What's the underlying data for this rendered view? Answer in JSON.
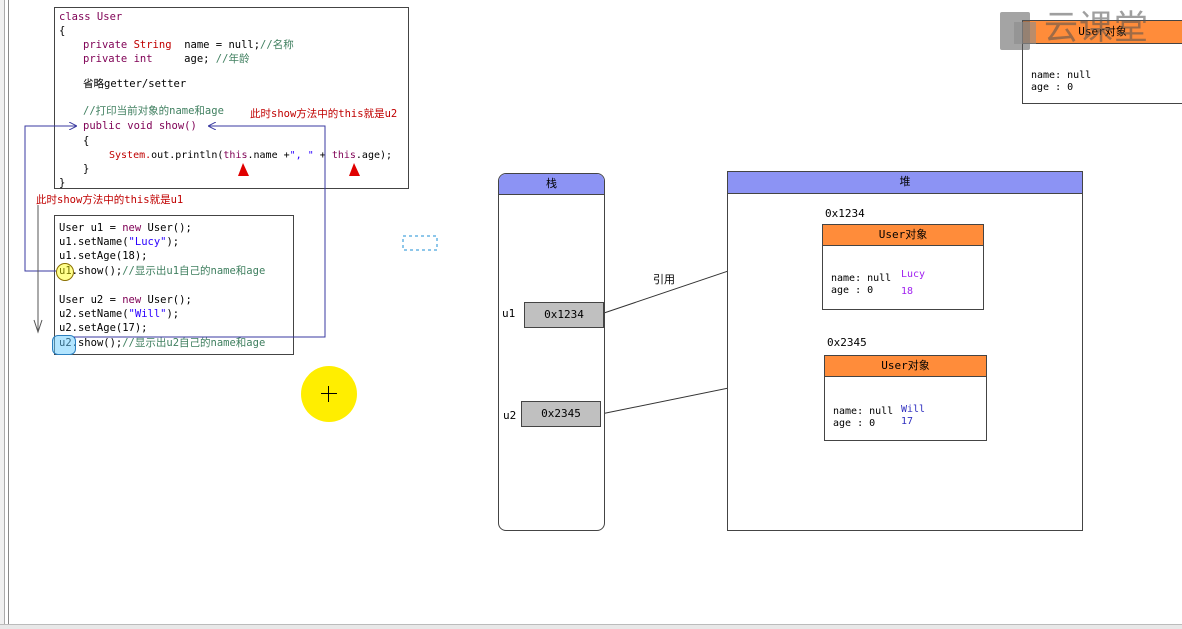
{
  "code_class": {
    "line1": "class User",
    "brace_open": "{",
    "field1_mod": "private",
    "field1_type": "String",
    "field1_rest": "name = null;",
    "field1_cm": "//名称",
    "field2_mod": "private",
    "field2_type": "int",
    "field2_rest": "age;",
    "field2_cm": "//年龄",
    "omit": "省略getter/setter",
    "print_cm": "//打印当前对象的name和age",
    "show_sig": "public void show()",
    "inner_open": "{",
    "println_a": "System.",
    "println_b": "out",
    "println_c": ".println(",
    "println_this1": "this",
    "println_d": ".name +",
    "println_str": "\", \"",
    "println_e": " + ",
    "println_this2": "this",
    "println_f": ".age);",
    "inner_close": "}",
    "brace_close": "}"
  },
  "annotations": {
    "this_u2": "此时show方法中的this就是u2",
    "this_u1": "此时show方法中的this就是u1"
  },
  "code_main": {
    "l1_a": "User u1 = ",
    "l1_new": "new",
    "l1_b": " User();",
    "l2_a": "u1.setName(",
    "l2_str": "\"Lucy\"",
    "l2_b": ");",
    "l3": "u1.setAge(18);",
    "l4_var": "u1",
    "l4_a": ".show();",
    "l4_cm": "//显示出u1自己的name和age",
    "l5_a": "User u2 = ",
    "l5_new": "new",
    "l5_b": " User();",
    "l6_a": "u2.setName(",
    "l6_str": "\"Will\"",
    "l6_b": ");",
    "l7": "u2.setAge(17);",
    "l8_var": "u2",
    "l8_a": ".show();",
    "l8_cm": "//显示出u2自己的name和age"
  },
  "stack": {
    "title": "栈",
    "u1_label": "u1",
    "u1_addr": "0x1234",
    "u2_label": "u2",
    "u2_addr": "0x2345"
  },
  "heap": {
    "title": "堆",
    "ref_label": "引用",
    "obj1": {
      "addr": "0x1234",
      "title": "User对象",
      "name_line": "name: null",
      "age_line": "age : 0",
      "name_val": "Lucy",
      "age_val": "18"
    },
    "obj2": {
      "addr": "0x2345",
      "title": "User对象",
      "name_line": "name: null",
      "age_line": "age : 0",
      "name_val": "Will",
      "age_val": "17"
    }
  },
  "corner_obj": {
    "title": "User对象",
    "name_line": "name: null",
    "age_line": "age : 0"
  },
  "watermark": "云课堂",
  "colors": {
    "stack_header": "#8c93f4",
    "object_header": "#ff8c3a",
    "address_cell": "#c0c0c0",
    "annotation_red": "#c00000",
    "highlight_yellow": "#ffff00",
    "highlight_cyan": "#66ccff"
  }
}
